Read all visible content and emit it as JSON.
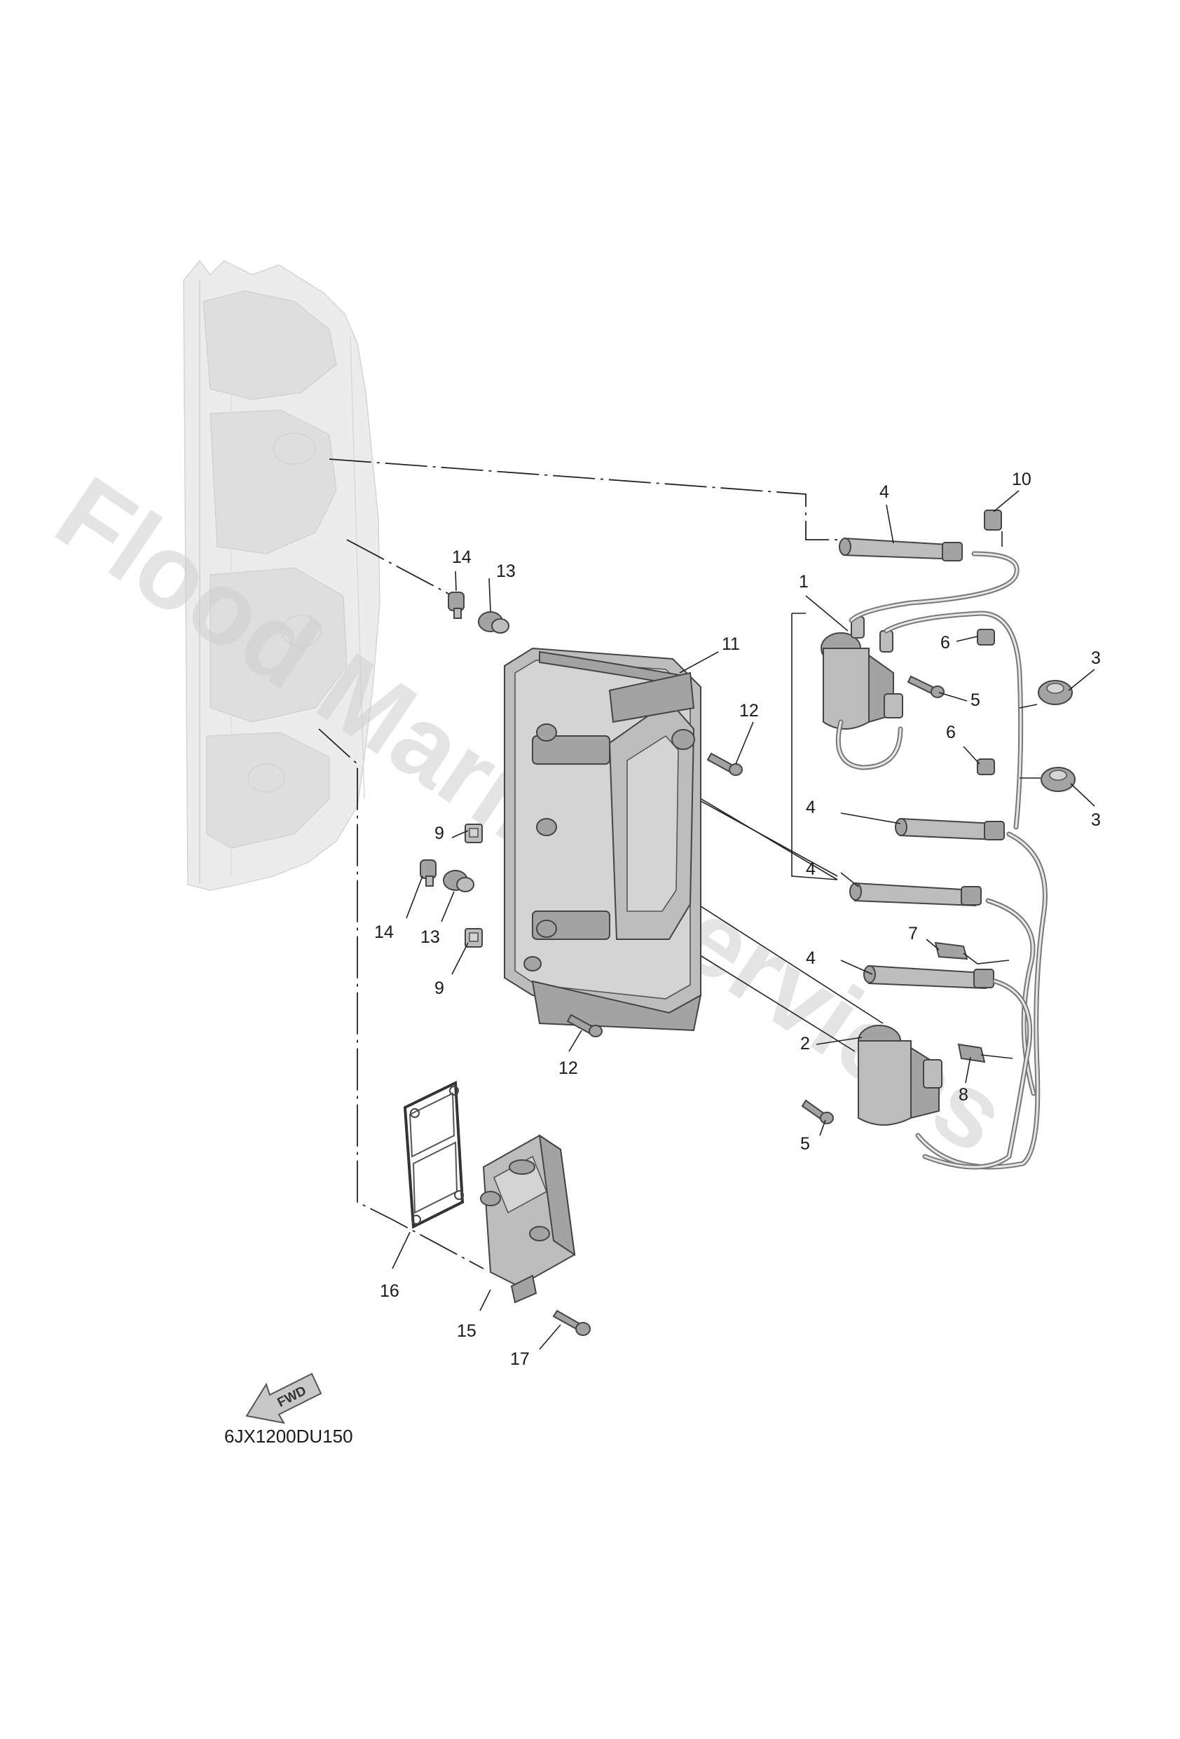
{
  "watermark": "Flood Marine Services",
  "drawing_code": "6JX1200DU150",
  "fwd_arrow_label": "FWD",
  "callouts": [
    {
      "id": "c1",
      "text": "1"
    },
    {
      "id": "c2",
      "text": "2"
    },
    {
      "id": "c3a",
      "text": "3"
    },
    {
      "id": "c3b",
      "text": "3"
    },
    {
      "id": "c4a",
      "text": "4"
    },
    {
      "id": "c4b",
      "text": "4"
    },
    {
      "id": "c4c",
      "text": "4"
    },
    {
      "id": "c4d",
      "text": "4"
    },
    {
      "id": "c5a",
      "text": "5"
    },
    {
      "id": "c5b",
      "text": "5"
    },
    {
      "id": "c6a",
      "text": "6"
    },
    {
      "id": "c6b",
      "text": "6"
    },
    {
      "id": "c7",
      "text": "7"
    },
    {
      "id": "c8",
      "text": "8"
    },
    {
      "id": "c9a",
      "text": "9"
    },
    {
      "id": "c9b",
      "text": "9"
    },
    {
      "id": "c10",
      "text": "10"
    },
    {
      "id": "c11",
      "text": "11"
    },
    {
      "id": "c12a",
      "text": "12"
    },
    {
      "id": "c12b",
      "text": "12"
    },
    {
      "id": "c13a",
      "text": "13"
    },
    {
      "id": "c13b",
      "text": "13"
    },
    {
      "id": "c14a",
      "text": "14"
    },
    {
      "id": "c14b",
      "text": "14"
    },
    {
      "id": "c15",
      "text": "15"
    },
    {
      "id": "c16",
      "text": "16"
    },
    {
      "id": "c17",
      "text": "17"
    }
  ]
}
